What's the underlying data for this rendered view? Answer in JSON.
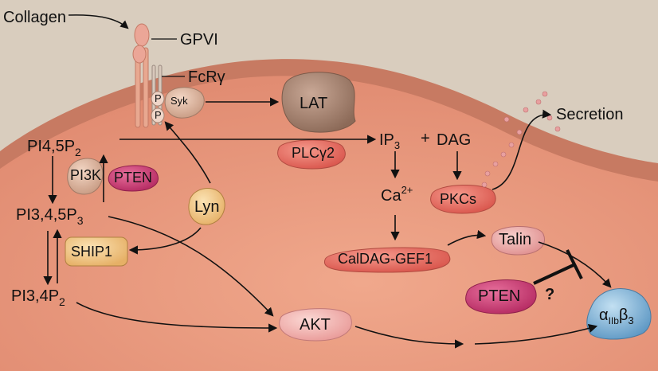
{
  "labels": {
    "collagen": "Collagen",
    "gpvi": "GPVI",
    "fcr": "FcRγ",
    "syk": "Syk",
    "p1": "P",
    "p2": "P",
    "lat": "LAT",
    "plcg2": "PLCγ2",
    "ip3_main": "IP",
    "ip3_sub": "3",
    "plus": "+",
    "dag": "DAG",
    "secretion": "Secretion",
    "pkcs": "PKCs",
    "ca_main": "Ca",
    "ca_sup": "2+",
    "pi45p2_main": "PI4,5P",
    "pi45p2_sub": "2",
    "pi3k": "PI3K",
    "pten1": "PTEN",
    "lyn": "Lyn",
    "pi345p3_main": "PI3,4,5P",
    "pi345p3_sub": "3",
    "ship1": "SHIP1",
    "pi34p2_main": "PI3,4P",
    "pi34p2_sub": "2",
    "caldag": "CalDAG-GEF1",
    "talin": "Talin",
    "pten2": "PTEN",
    "question": "?",
    "akt": "AKT",
    "integrin_a": "α",
    "integrin_sub": "IIb",
    "integrin_b": "β",
    "integrin_b_sub": "3"
  },
  "colors": {
    "background": "#d9cdbe",
    "cell_fill": "#e59a80",
    "membrane": "#c97862",
    "lat": "#a88470",
    "red_protein": "#e0665a",
    "magenta_protein": "#c8336e",
    "yellow_protein": "#f0c886",
    "pink_protein": "#e9a5a5",
    "blue_protein": "#7fb4d8",
    "arrow": "#111111"
  }
}
